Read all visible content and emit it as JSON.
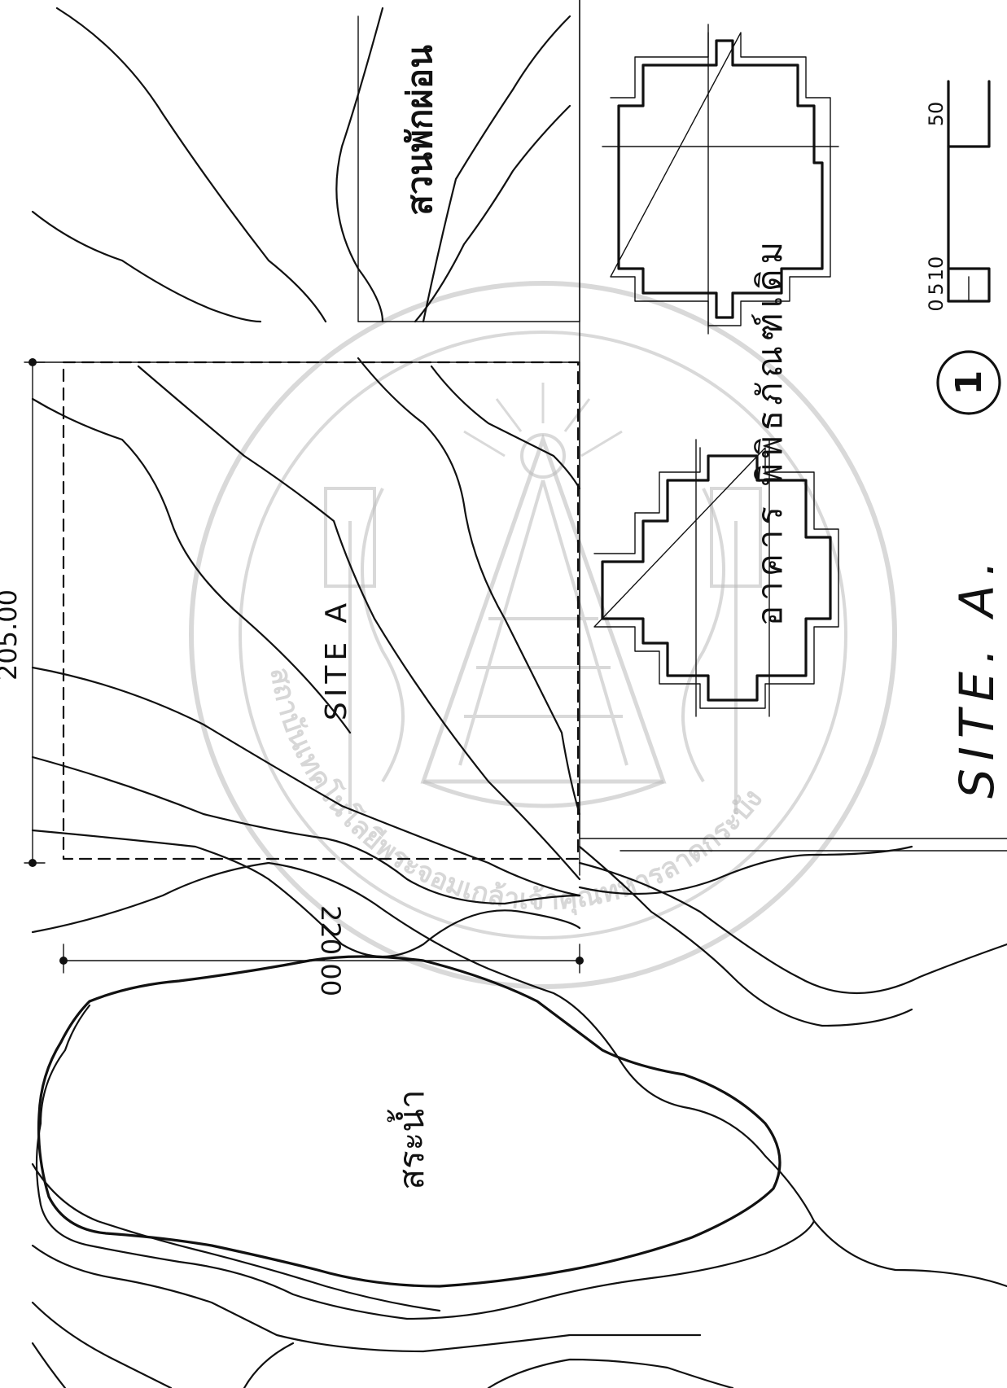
{
  "drawing": {
    "dim_width_label": "205.00",
    "dim_height_label": "220.00",
    "site_label": "SITE A",
    "sheet_title": "SITE. A.",
    "garden_label": "สวนพักผ่อน",
    "pond_label": "สระน้ำ",
    "museum_label": "อาคาร พิพิธภัณฑ์เดิม",
    "section_marker": "1",
    "scale_ticks": [
      "0",
      "5",
      "10",
      "50"
    ]
  },
  "watermark": {
    "description": "university seal watermark",
    "ring_text": "สถาบันเทคโนโลยีพระจอมเกล้าเจ้าคุณทหารลาดกระบัง"
  },
  "colors": {
    "ink": "#111111",
    "watermark": "#bdbdbd",
    "paper": "#ffffff"
  }
}
